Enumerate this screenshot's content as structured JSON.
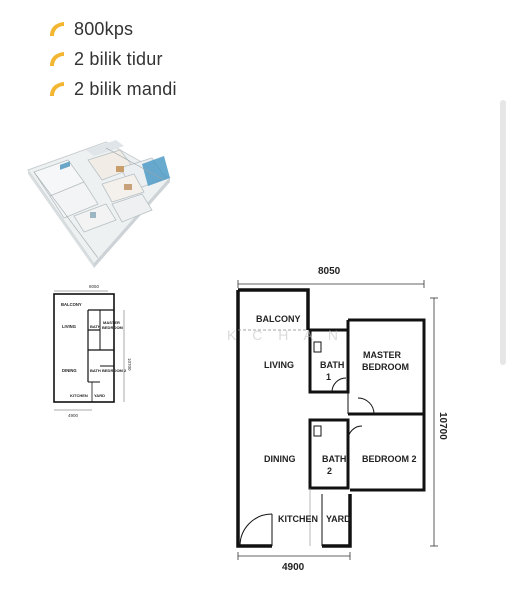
{
  "features": [
    {
      "text": "800kps",
      "icon": "gold-swoosh-icon"
    },
    {
      "text": "2 bilik tidur",
      "icon": "gold-swoosh-icon"
    },
    {
      "text": "2 bilik mandi",
      "icon": "gold-swoosh-icon"
    }
  ],
  "colors": {
    "accent": "#f2b632",
    "wall": "#111111",
    "text": "#333333"
  },
  "watermark": "N I K K   C H A N",
  "plan": {
    "width_dim": "8050",
    "bottom_dim": "4900",
    "height_dim": "10700",
    "rooms": {
      "balcony": "BALCONY",
      "living": "LIVING",
      "bath1_a": "BATH",
      "bath1_b": "1",
      "master_a": "MASTER",
      "master_b": "BEDROOM",
      "dining": "DINING",
      "bath2_a": "BATH",
      "bath2_b": "2",
      "bedroom2": "BEDROOM 2",
      "kitchen": "KITCHEN",
      "yard": "YARD"
    }
  }
}
